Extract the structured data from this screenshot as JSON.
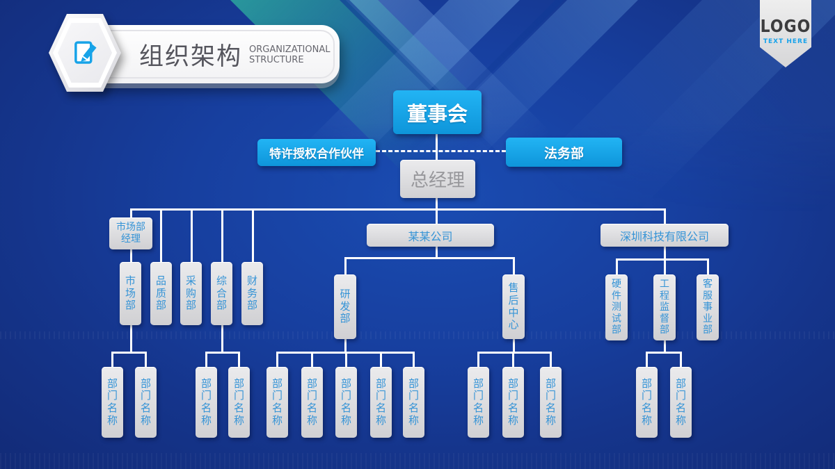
{
  "header": {
    "title_cn": "组织架构",
    "title_en": [
      "ORGANIZATIONAL",
      "STRUCTURE"
    ]
  },
  "logo_badge": {
    "logo": "LOGO",
    "tagline": "TEXT HERE"
  },
  "org": {
    "board": "董事会",
    "partner": "特许授权合作伙伴",
    "legal": "法务部",
    "general_manager": "总经理",
    "market_manager": "市场部经理",
    "left_departments": [
      "市场部",
      "品质部",
      "采购部",
      "综合部",
      "财务部"
    ],
    "mid_company": "某某公司",
    "mid_departments": [
      "研发部",
      "售后中心"
    ],
    "right_company": "深圳科技有限公司",
    "right_departments": [
      "硬件测试部",
      "工程监督部",
      "客服事业部"
    ],
    "bottom_departments": [
      "部门名称",
      "部门名称",
      "部门名称",
      "部门名称",
      "部门名称",
      "部门名称",
      "部门名称",
      "部门名称",
      "部门名称",
      "部门名称",
      "部门名称",
      "部门名称",
      "部门名称",
      "部门名称"
    ]
  },
  "colors": {
    "accent_blue": "#18a6ea",
    "node_gray": "#dcdcde",
    "node_text_blue": "#3493d6",
    "background_navy": "#15358c",
    "teal_stripe": "#2daa9e",
    "connector_white": "#ffffff"
  }
}
